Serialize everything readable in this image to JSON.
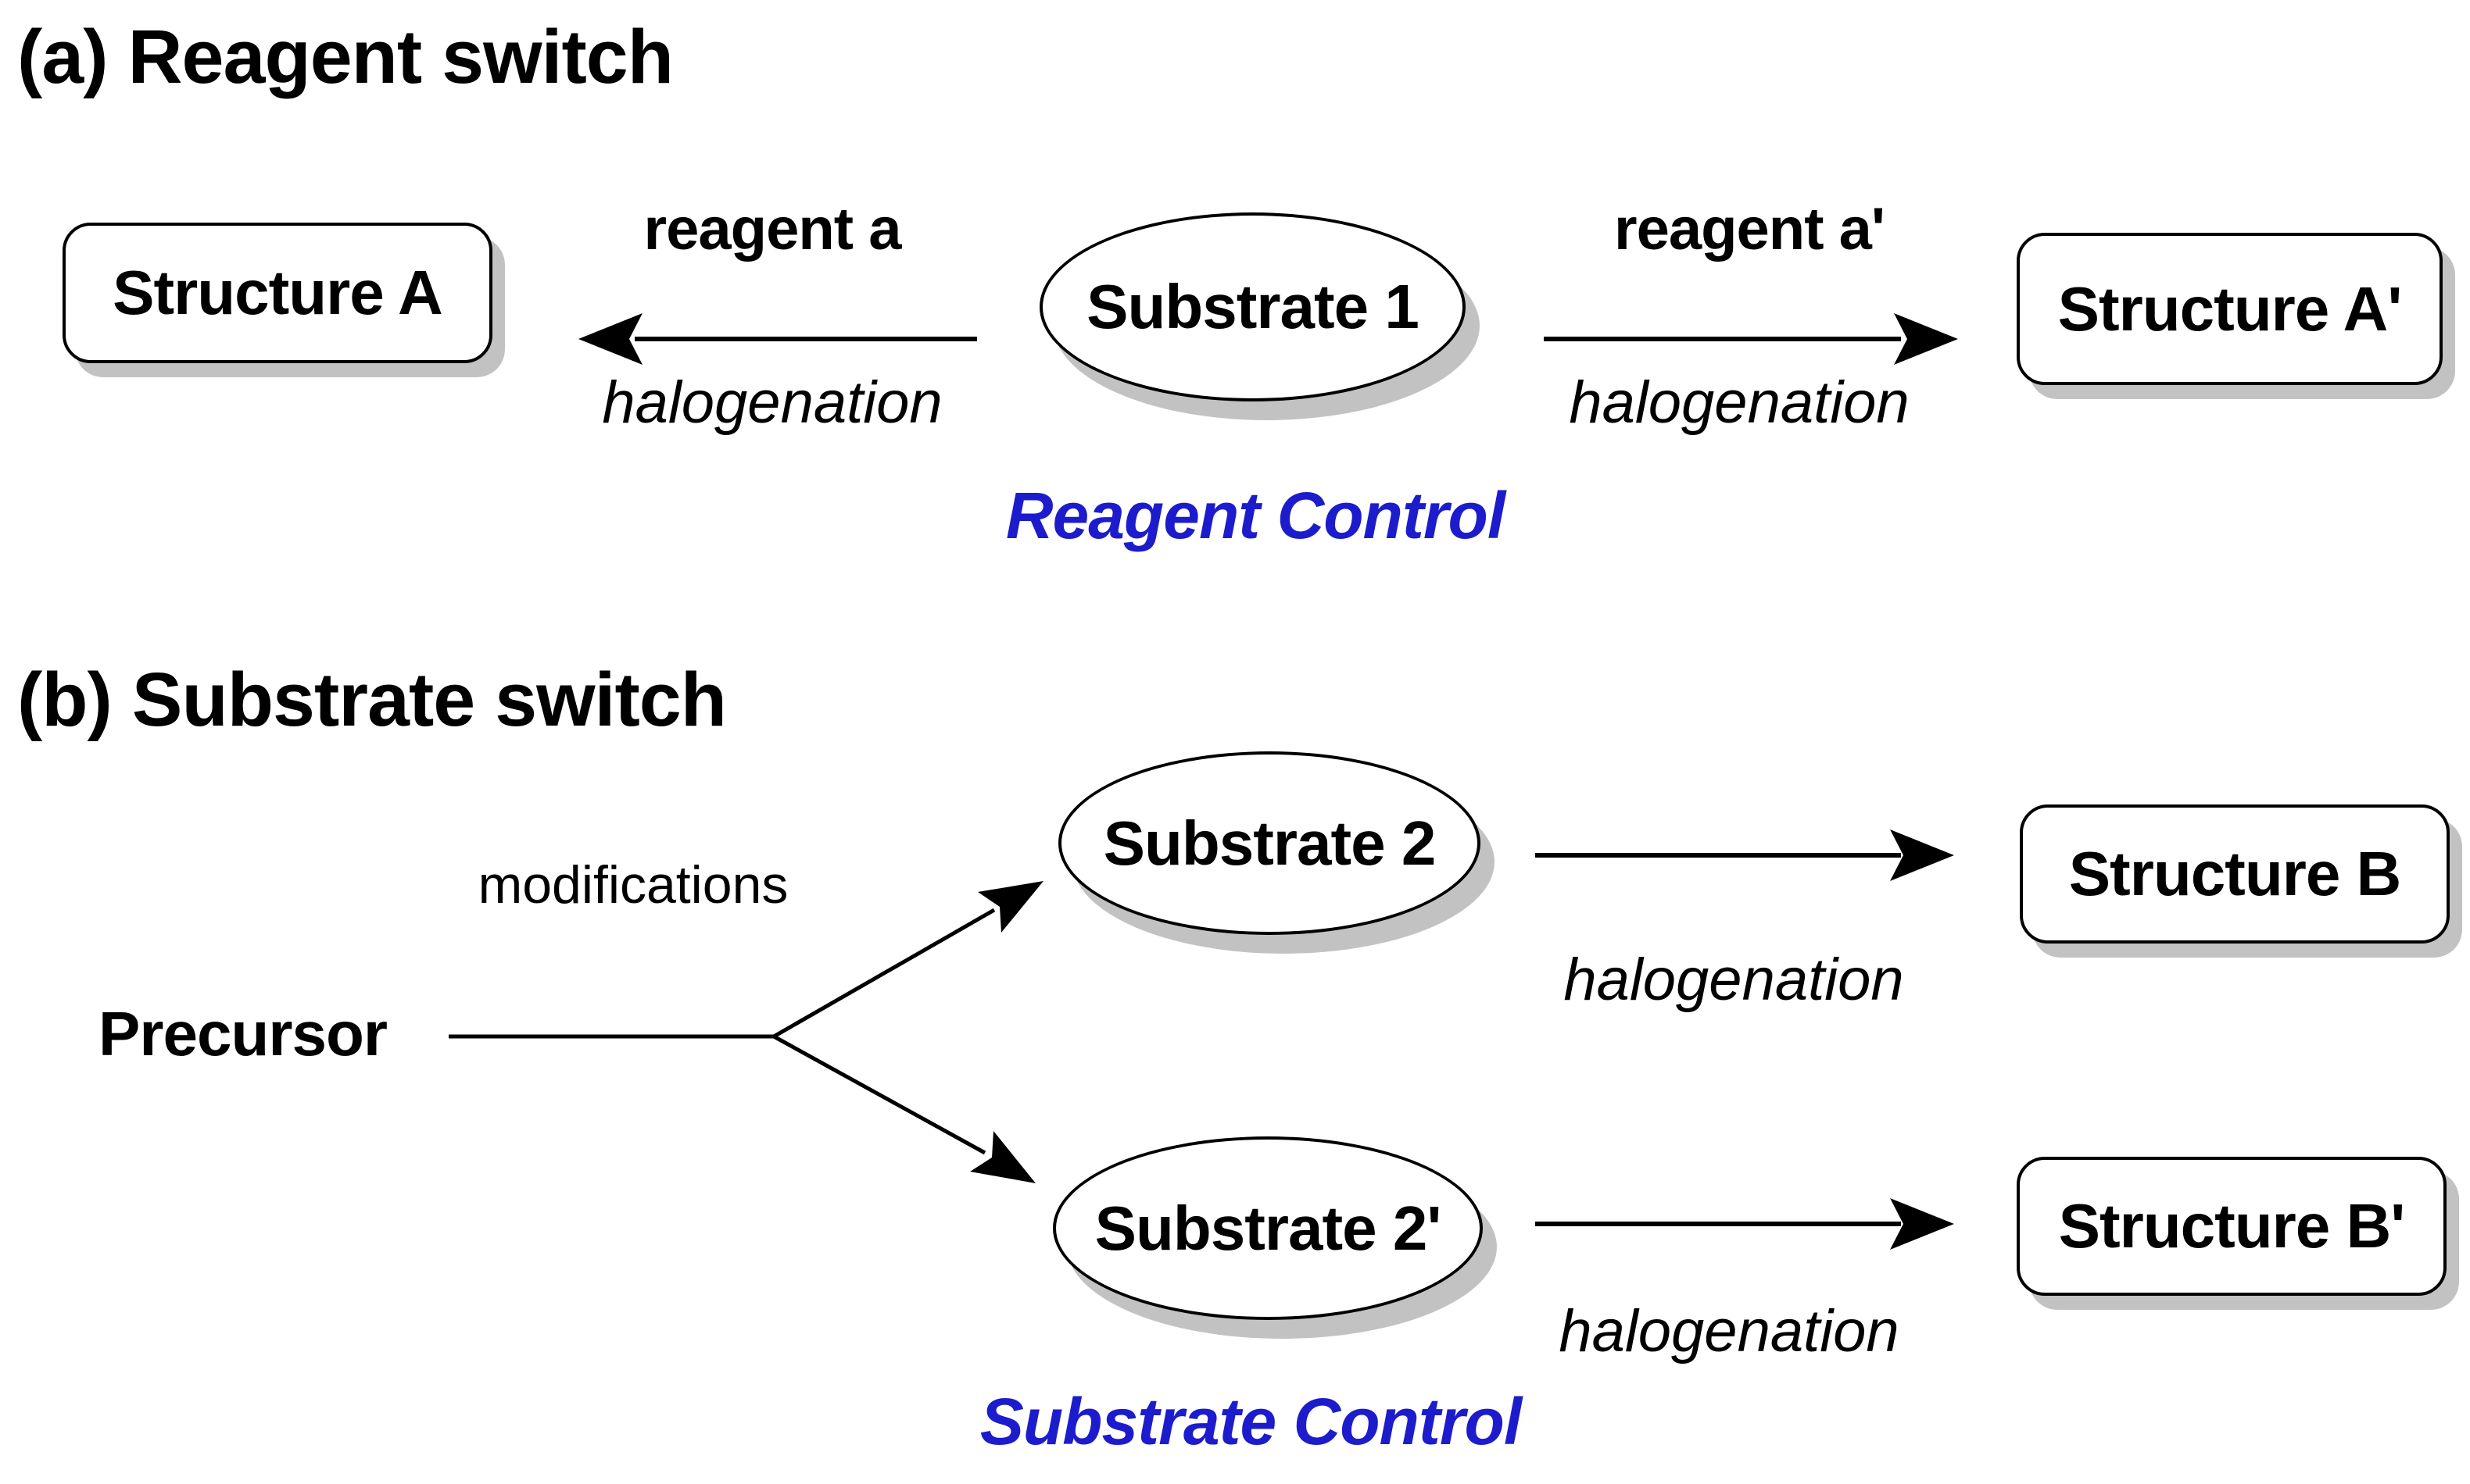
{
  "panel_a": {
    "title": "(a) Reagent switch",
    "control_label": "Reagent Control",
    "nodes": {
      "structure_a": "Structure A",
      "substrate_1": "Substrate 1",
      "structure_a_prime": "Structure A'"
    },
    "left_arrow": {
      "reagent": "reagent a",
      "reaction": "halogenation"
    },
    "right_arrow": {
      "reagent": "reagent a'",
      "reaction": "halogenation"
    }
  },
  "panel_b": {
    "title": "(b) Substrate switch",
    "control_label": "Substrate Control",
    "precursor_label": "Precursor",
    "modifications_label": "modifications",
    "nodes": {
      "substrate_2": "Substrate 2",
      "substrate_2_prime": "Substrate 2'",
      "structure_b": "Structure B",
      "structure_b_prime": "Structure B'"
    },
    "top_arrow": {
      "reaction": "halogenation"
    },
    "bottom_arrow": {
      "reaction": "halogenation"
    }
  },
  "colors": {
    "control_text": "#1c1ccd",
    "node_shadow": "#c2c2c2",
    "diagram_ink": "#000000"
  }
}
